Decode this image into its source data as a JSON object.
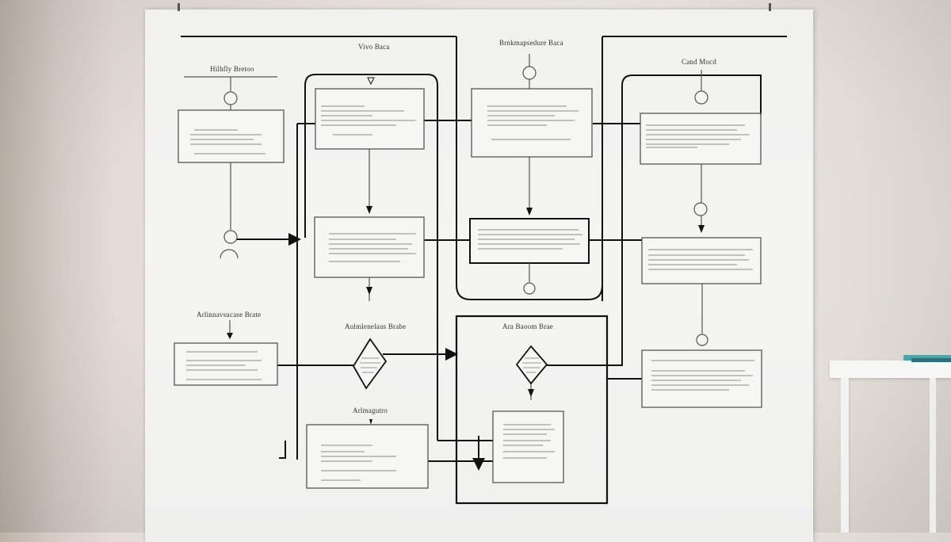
{
  "labels": {
    "top_center": "Vivo Baca",
    "top_right_mid": "Brnkmapsedure Baca",
    "top_right": "Cand Mocd",
    "left_top": "Hilhfly Bretoo",
    "left_mid": "Arlinnavsucase Brate",
    "center_mid": "Aulmlenelaus Brabe",
    "center_low": "Arlmagutro",
    "right_box": "Ara Baoom Brae"
  },
  "colors": {
    "board": "#f3f3f2",
    "line": "#111111",
    "text_line": "#9a9a9a"
  }
}
